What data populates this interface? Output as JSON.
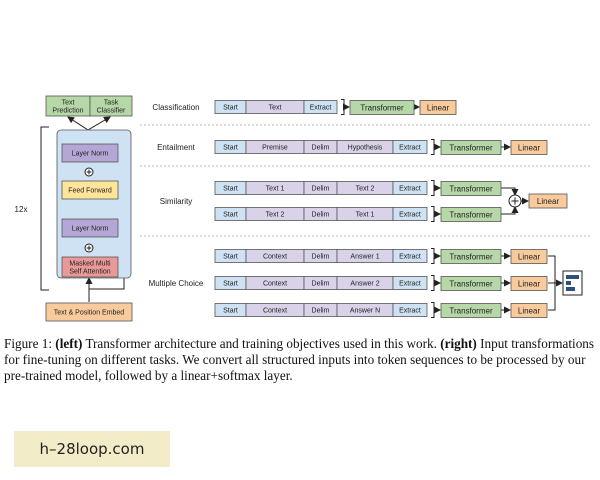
{
  "colors": {
    "stack_bg": "#cfe2f3",
    "norm": "#b4a7d6",
    "ff": "#ffe599",
    "attn": "#ea9999",
    "embed": "#f9cb9c",
    "head": "#b6d7a8",
    "start": "#cfe2f3",
    "text": "#d9d2e9",
    "delim": "#d9d2e9",
    "extract": "#cfe2f3",
    "transformer": "#b6d7a8",
    "linear": "#f9cb9c"
  },
  "left": {
    "repeat_label": "12x",
    "heads": [
      "Text\nPrediction",
      "Task\nClassifier"
    ],
    "blocks": [
      "Layer Norm",
      "Feed Forward",
      "Layer Norm",
      "Masked Multi\nSelf Attention"
    ],
    "embed": "Text & Position Embed",
    "plus_icon": "plus-circle-icon"
  },
  "tasks": [
    {
      "name": "Classification",
      "rows": [
        {
          "tokens": [
            "Start",
            "Text",
            "Extract"
          ],
          "transformer": "Transformer",
          "linear": "Linear"
        }
      ]
    },
    {
      "name": "Entailment",
      "rows": [
        {
          "tokens": [
            "Start",
            "Premise",
            "Delim",
            "Hypothesis",
            "Extract"
          ],
          "transformer": "Transformer",
          "linear": "Linear"
        }
      ]
    },
    {
      "name": "Similarity",
      "rows": [
        {
          "tokens": [
            "Start",
            "Text 1",
            "Delim",
            "Text 2",
            "Extract"
          ],
          "transformer": "Transformer"
        },
        {
          "tokens": [
            "Start",
            "Text 2",
            "Delim",
            "Text 1",
            "Extract"
          ],
          "transformer": "Transformer"
        }
      ],
      "merged_linear": "Linear"
    },
    {
      "name": "Multiple Choice",
      "rows": [
        {
          "tokens": [
            "Start",
            "Context",
            "Delim",
            "Answer 1",
            "Extract"
          ],
          "transformer": "Transformer",
          "linear": "Linear"
        },
        {
          "tokens": [
            "Start",
            "Context",
            "Delim",
            "Answer 2",
            "Extract"
          ],
          "transformer": "Transformer",
          "linear": "Linear"
        },
        {
          "tokens": [
            "Start",
            "Context",
            "Delim",
            "Answer N",
            "Extract"
          ],
          "transformer": "Transformer",
          "linear": "Linear"
        }
      ],
      "output_icon": "softmax-bars-icon"
    }
  ],
  "caption": {
    "label": "Figure 1:",
    "left_tag": "(left)",
    "part1": "Transformer architecture and training objectives used in this work.",
    "right_tag": "(right)",
    "part2": "Input transformations for fine-tuning on different tasks. We convert all structured inputs into token sequences to be processed by our pre-trained model, followed by a linear+softmax layer."
  },
  "watermark": "h–28loop.com"
}
